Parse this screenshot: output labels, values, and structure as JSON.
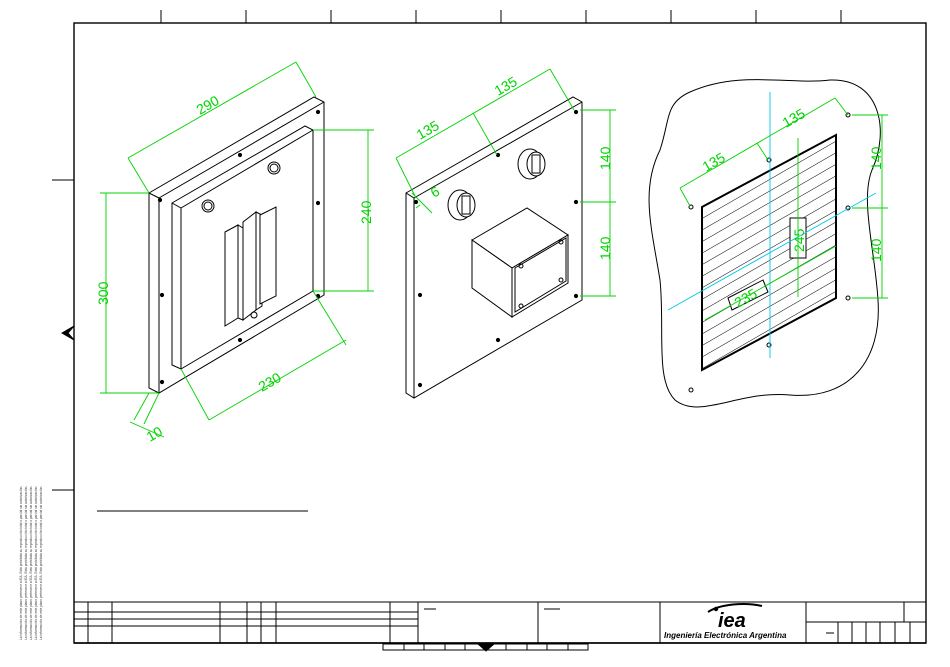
{
  "views": {
    "left": {
      "dim_width_top": "290",
      "dim_inner_height": "240",
      "dim_height": "300",
      "dim_bottom_width": "230",
      "dim_thickness": "10"
    },
    "middle": {
      "dim_top_left": "135",
      "dim_top_right": "135",
      "dim_right_top": "140",
      "dim_right_bottom": "140",
      "dim_side": "6"
    },
    "right": {
      "dim_top_left": "135",
      "dim_top_right": "135",
      "dim_right_top": "140",
      "dim_right_bottom": "140",
      "dim_cutout_height": "245",
      "dim_cutout_width": "235"
    }
  },
  "title_block": {
    "logo_text": "iea",
    "company_name": "Ingeniería Electrónica Argentina"
  },
  "side_note": "La información de este plano pertenece a IEA. Está prohibida su reproducción total o parcial sin autorización.",
  "colors": {
    "dimension": "#00d400",
    "axis": "#00c8e6",
    "line": "#000000"
  }
}
